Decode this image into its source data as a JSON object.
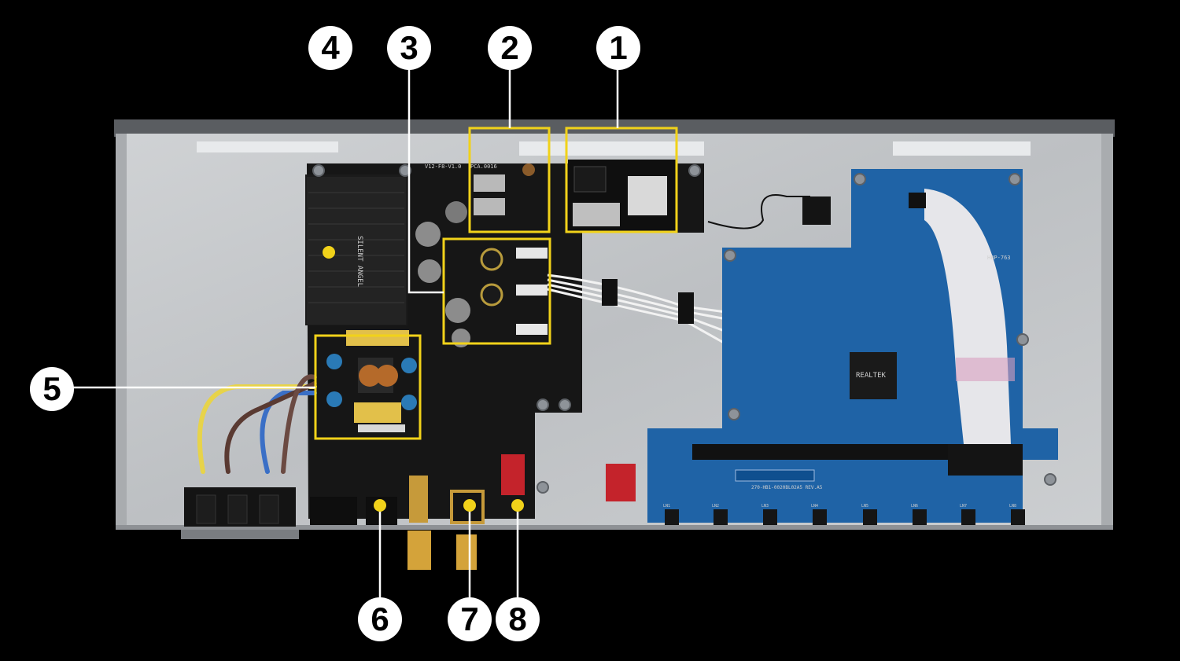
{
  "colors": {
    "background": "#000000",
    "highlight": "#f1d21a",
    "callout_fill": "#ffffff",
    "callout_text": "#000000",
    "pcb_black": "#151515",
    "pcb_blue": "#1f63a6",
    "chassis": "#c9cccf"
  },
  "callouts": [
    {
      "label": "1"
    },
    {
      "label": "2"
    },
    {
      "label": "3"
    },
    {
      "label": "4"
    },
    {
      "label": "5"
    },
    {
      "label": "6"
    },
    {
      "label": "7"
    },
    {
      "label": "8"
    }
  ],
  "pcb_labels": {
    "black_board": "V12-F8-V1.0",
    "pca": "PCA.0016",
    "chip": "REALTEK",
    "blue_board": "270-HB1-0020BL02A5 REV.A5",
    "blue_code": "HBP-763",
    "brand": "SILENT ANGEL",
    "ports": [
      "LN1",
      "LN2",
      "LN3",
      "LN4",
      "LN5",
      "LN6",
      "LN7",
      "LN8"
    ]
  }
}
